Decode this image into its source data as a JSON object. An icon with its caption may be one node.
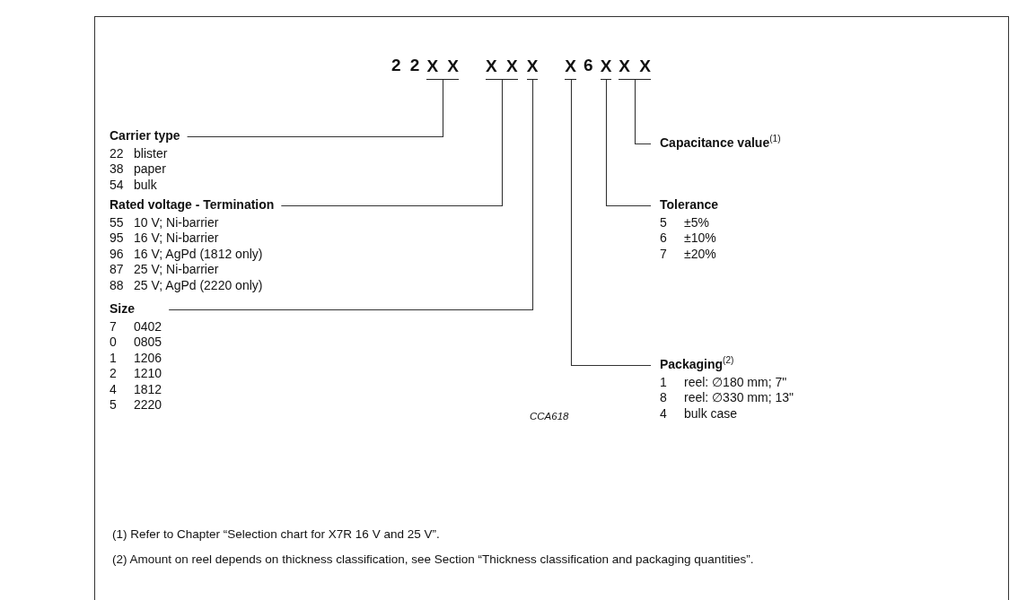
{
  "diagram": {
    "nodes": [
      {
        "text": [
          "X X"
        ]
      },
      {
        "text": [
          "X X"
        ]
      },
      {
        "text": [
          "X"
        ]
      },
      {
        "text": [
          "X"
        ]
      },
      {
        "text": [
          "X"
        ]
      },
      {
        "text": [
          "X X"
        ]
      },
      {
        "text": [
          "Carrier type",
          "22 blister",
          "38 paper",
          "54 bulk"
        ]
      },
      {
        "text": [
          "Rated voltage - Termination",
          "55 10 V; Ni-barrier",
          "95 16 V; Ni-barrier",
          "96 16 V; AgPd (1812 only)",
          "87 25 V; Ni-barrier",
          "88 25 V; AgPd (2220  only)"
        ]
      },
      {
        "text": [
          "Size",
          "7 0402",
          "0 0805",
          "1 1206",
          "2 1210",
          "4 1812",
          "5 2220"
        ]
      },
      {
        "text": [
          "Capacitance value$^{(1)}$"
        ]
      },
      {
        "text": [
          "Tolerance",
          "5 ±5%",
          "6 ±10%",
          "7 ±20%"
        ]
      },
      {
        "text": [
          "Packaging$^{(2)}$",
          "1 reel: ∅180 mm; 7\"",
          "8 reel: ∅330 mm; 13\"",
          "4 bulk case"
        ]
      }
    ],
    "edges": [
      {
        "from": 0,
        "to": 6,
        "arrow": "none"
      },
      {
        "from": 1,
        "to": 7,
        "arrow": "none"
      },
      {
        "from": 2,
        "to": 8,
        "arrow": "none"
      },
      {
        "from": 5,
        "to": 9,
        "arrow": "none"
      },
      {
        "from": 4,
        "to": 10,
        "arrow": "none"
      },
      {
        "from": 3,
        "to": 11,
        "arrow": "none"
      }
    ],
    "labels": [
      "2 2",
      "6",
      "CCA618",
      "(1) Refer to Chapter “Selection chart for X7R 16 V and 25 V”.",
      "(2) Amount on reel depends on thickness classification, see Section “Thickness classification and packaging quantities”."
    ]
  }
}
